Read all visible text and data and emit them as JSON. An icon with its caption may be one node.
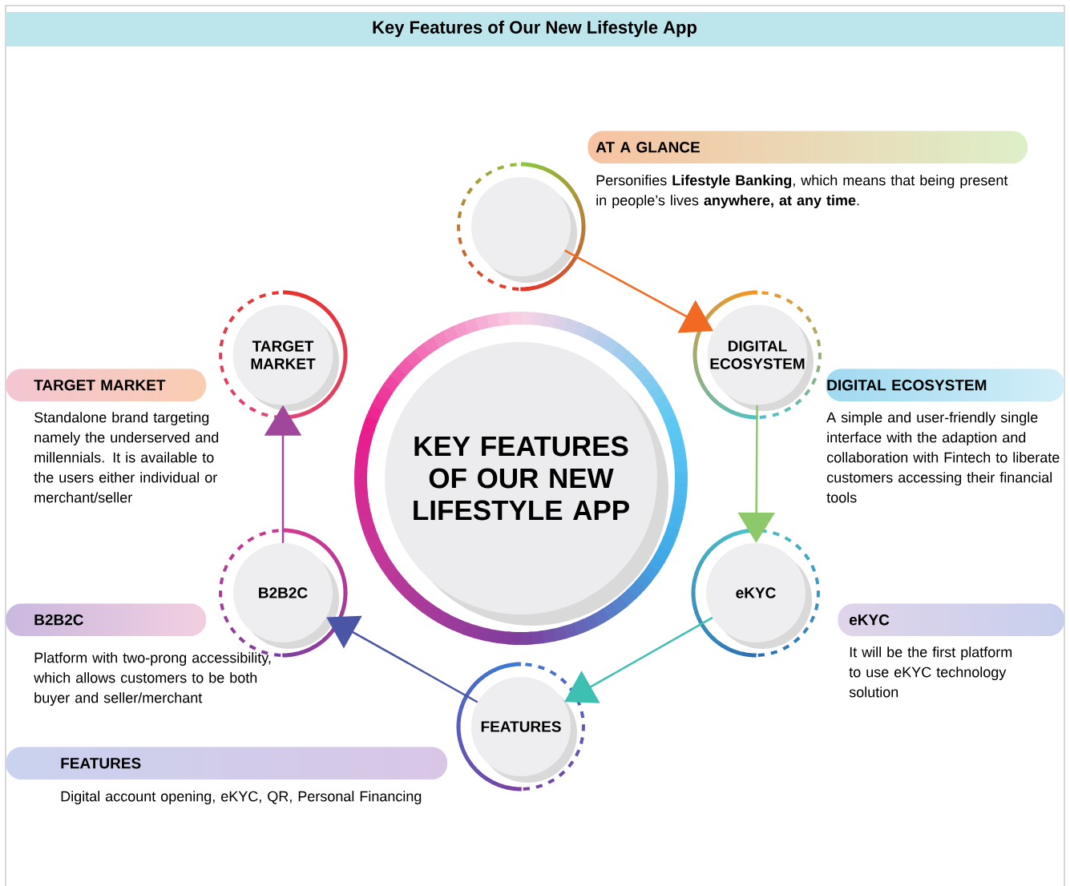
{
  "diagram": {
    "title": "Key Features of Our New Lifestyle App",
    "nodes": [
      {
        "text": [
          "KEY FEATURES OF OUR NEW LIFESTYLE APP"
        ]
      },
      {
        "text": [],
        "shape": "circle"
      },
      {
        "text": [
          "DIGITAL ECOSYSTEM"
        ]
      },
      {
        "text": [
          "eKYC"
        ]
      },
      {
        "text": [
          "FEATURES"
        ]
      },
      {
        "text": [
          "B2B2C"
        ]
      },
      {
        "text": [
          "TARGET MARKET"
        ]
      },
      {
        "text": [
          "AT A GLANCE",
          "Personifies **Lifestyle Banking**, which means that being present in people’s lives **anywhere, at any time**."
        ]
      },
      {
        "text": [
          "DIGITAL ECOSYSTEM",
          "A simple and user-friendly single interface with the adaption and collaboration with Fintech to liberate customers accessing their financial tools"
        ]
      },
      {
        "text": [
          "eKYC",
          "It will be the first platform to use eKYC technology solution"
        ]
      },
      {
        "text": [
          "FEATURES",
          "Digital account opening, eKYC, QR, Personal Financing"
        ]
      },
      {
        "text": [
          "B2B2C",
          "Platform with two-prong accessibility, which allows customers to be both buyer and seller/merchant"
        ]
      },
      {
        "text": [
          "TARGET MARKET",
          "Standalone brand targeting namely the underserved and millennials. It is available to the users either individual or merchant/seller"
        ]
      }
    ],
    "edges": [
      {
        "from": 1,
        "to": 2,
        "arrow": "to",
        "color": "#f26a21"
      },
      {
        "from": 2,
        "to": 3,
        "arrow": "to",
        "color": "#8dc96a"
      },
      {
        "from": 3,
        "to": 4,
        "arrow": "to",
        "color": "#3dbfb1"
      },
      {
        "from": 4,
        "to": 5,
        "arrow": "to",
        "color": "#4a55a6"
      },
      {
        "from": 5,
        "to": 6,
        "arrow": "to",
        "color": "#a0479b"
      }
    ]
  }
}
